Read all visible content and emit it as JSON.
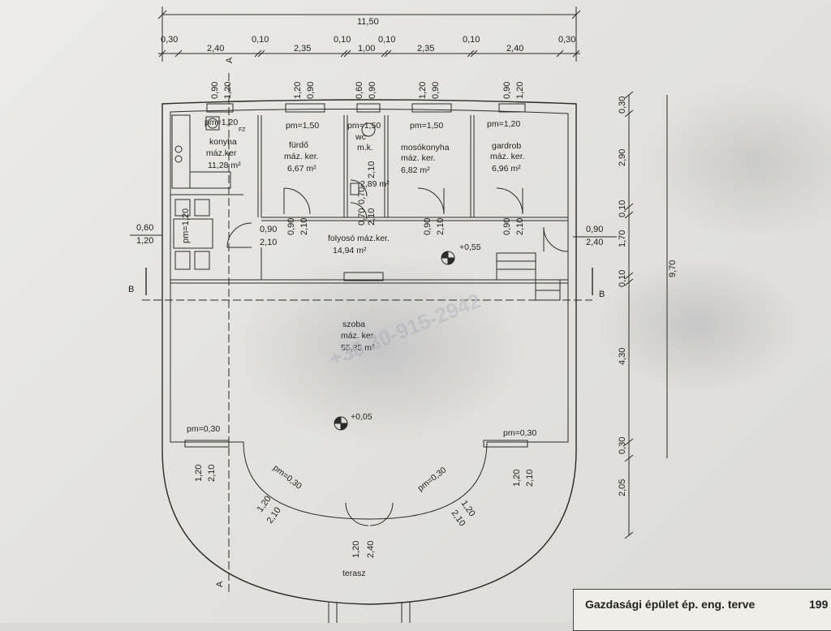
{
  "dimensions": {
    "total_width": "11,50",
    "top_row": [
      "0,30",
      "2,40",
      "0,10",
      "2,35",
      "0,10",
      "1,00",
      "0,10",
      "2,35",
      "0,10",
      "2,40",
      "0,30"
    ],
    "right_column": [
      "0,30",
      "2,90",
      "0,10",
      "1,70",
      "0,10",
      "4,30",
      "0,30",
      "2,05"
    ],
    "total_height": "9,70",
    "window_top_pairs": [
      [
        "0,90",
        "1,20"
      ],
      [
        "1,20",
        "0,90"
      ],
      [
        "0,60",
        "0,90"
      ],
      [
        "1,20",
        "0,90"
      ],
      [
        "0,90",
        "1,20"
      ]
    ],
    "door_pairs": [
      [
        "0,90",
        "2,10"
      ],
      [
        "0,90",
        "2,10"
      ],
      [
        "0,90",
        "2,10"
      ],
      [
        "0,90",
        "2,10"
      ],
      [
        "0,90",
        "2,10"
      ]
    ],
    "left_window": [
      "0,60",
      "1,20"
    ],
    "left_door": [
      "0,90",
      "2,10"
    ],
    "right_door": [
      "0,90",
      "2,40"
    ],
    "wc_small": [
      "0,70",
      "2,10",
      "0,70",
      "2,10"
    ],
    "front_windows_left": [
      "1,20",
      "2,10"
    ],
    "front_windows_right": [
      "1,20",
      "2,10"
    ],
    "diag_left": [
      "1,20",
      "2,10"
    ],
    "diag_right": [
      "1,20",
      "2,10"
    ],
    "entrance": [
      "1,20",
      "2,40"
    ],
    "pm_left_window": "pm=1,20"
  },
  "rooms": {
    "konyha": {
      "name": "konyha",
      "finish": "máz.ker",
      "area": "11,28 m²",
      "pm": "pm=1,20",
      "fz": "FZ"
    },
    "furdo": {
      "name": "fürdő",
      "finish": "máz. ker.",
      "area": "6,67 m²",
      "pm": "pm=1,50"
    },
    "wc": {
      "name": "wc",
      "finish": "m.k.",
      "area": "2,89 m²",
      "pm": "pm=1,50"
    },
    "mosokonyha": {
      "name": "mosókonyha",
      "finish": "máz. ker.",
      "area": "6,82 m²",
      "pm": "pm=1,50"
    },
    "gardrob": {
      "name": "gardrob",
      "finish": "máz. ker.",
      "area": "6,96 m²",
      "pm": "pm=1,20"
    },
    "folyoso": {
      "name": "folyosó máz.ker.",
      "area": "14,94 m²",
      "level": "+0,55"
    },
    "szoba": {
      "name": "szoba",
      "finish": "máz. ker.",
      "area": "55,85 m²",
      "level": "+0,05"
    },
    "terasz": {
      "name": "terasz"
    }
  },
  "sill_labels": {
    "left": "pm=0,30",
    "right": "pm=0,30",
    "diag_left": "pm=0,30",
    "diag_right": "pm=0,30"
  },
  "section_marks": {
    "a_top": "A",
    "a_bottom": "A",
    "b_left": "B",
    "b_right": "B"
  },
  "watermark": "+36 30-915-2942",
  "title_block": {
    "title": "Gazdasági épület ép. eng. terve",
    "number": "199"
  },
  "colors": {
    "line": "#2a2a2a",
    "paper": "#ecebe7"
  }
}
